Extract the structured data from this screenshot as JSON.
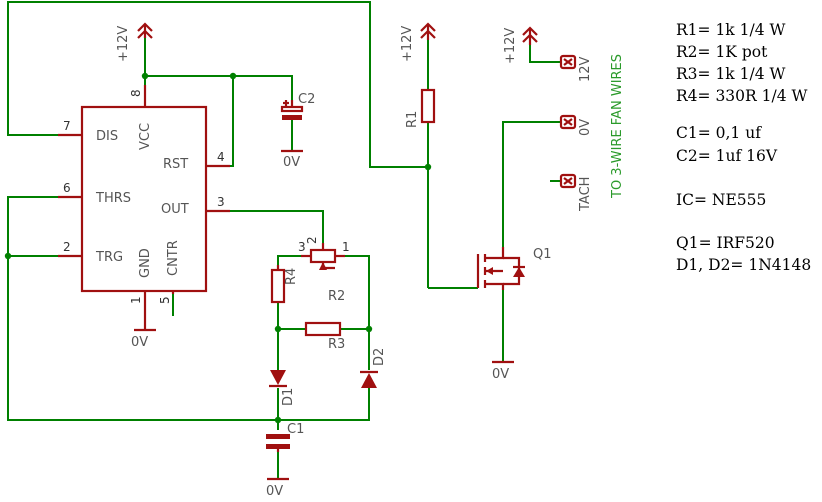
{
  "ic": {
    "pins": {
      "dis_label": "DIS",
      "dis_num": "7",
      "thrs_label": "THRS",
      "thrs_num": "6",
      "trg_label": "TRG",
      "trg_num": "2",
      "vcc_label": "VCC",
      "vcc_num": "8",
      "rst_label": "RST",
      "rst_num": "4",
      "out_label": "OUT",
      "out_num": "3",
      "gnd_label": "GND",
      "gnd_num": "1",
      "cntr_label": "CNTR",
      "cntr_num": "5"
    }
  },
  "labels": {
    "supply": "+12V",
    "ground": "0V",
    "c2": "C2",
    "c1": "C1",
    "r1": "R1",
    "r2": "R2",
    "r3": "R3",
    "r4": "R4",
    "d1": "D1",
    "d2": "D2",
    "q1": "Q1",
    "pot_pin3": "3",
    "pot_pin2": "2",
    "pot_pin1": "1",
    "conn_12v": "12V",
    "conn_0v": "0V",
    "conn_tach": "TACH",
    "fan_note": "TO 3-WIRE FAN WIRES"
  },
  "bom": [
    "R1= 1k 1/4 W",
    "R2= 1K pot",
    "R3= 1k 1/4 W",
    "R4= 330R 1/4 W",
    "C1= 0,1 uf",
    "C2= 1uf 16V",
    "IC= NE555",
    "Q1= IRF520",
    "D1, D2= 1N4148"
  ]
}
